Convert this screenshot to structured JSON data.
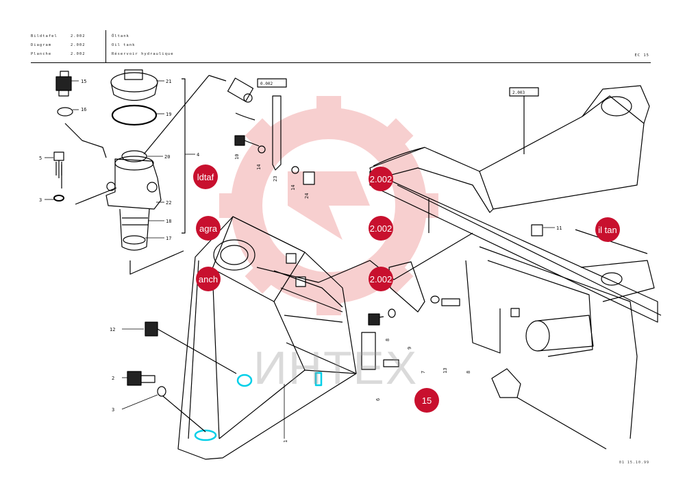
{
  "header": {
    "labels": [
      "Bildtafel",
      "Diagram",
      "Planche"
    ],
    "codes": [
      "2.002",
      "2.002",
      "2.002"
    ],
    "titles": [
      "Öltank",
      "Oil tank",
      "Réservoir hydraulique"
    ],
    "page_ref": "EC 15"
  },
  "footer": {
    "code": "01 15.10.99"
  },
  "ref_boxes": [
    "0.002",
    "2.003"
  ],
  "callouts": [
    "15",
    "16",
    "5",
    "3",
    "21",
    "19",
    "20",
    "4",
    "22",
    "18",
    "17",
    "10",
    "14",
    "23",
    "14",
    "24",
    "11",
    "12",
    "2",
    "3",
    "1",
    "8",
    "9",
    "7",
    "13",
    "8",
    "6"
  ],
  "badges": [
    "ldtaf",
    "2.002",
    "agra",
    "2.002",
    "anch",
    "2.002",
    "il tan",
    "15"
  ],
  "watermark": {
    "text": "ИНТЕХ",
    "color": "#f4b6b6"
  }
}
